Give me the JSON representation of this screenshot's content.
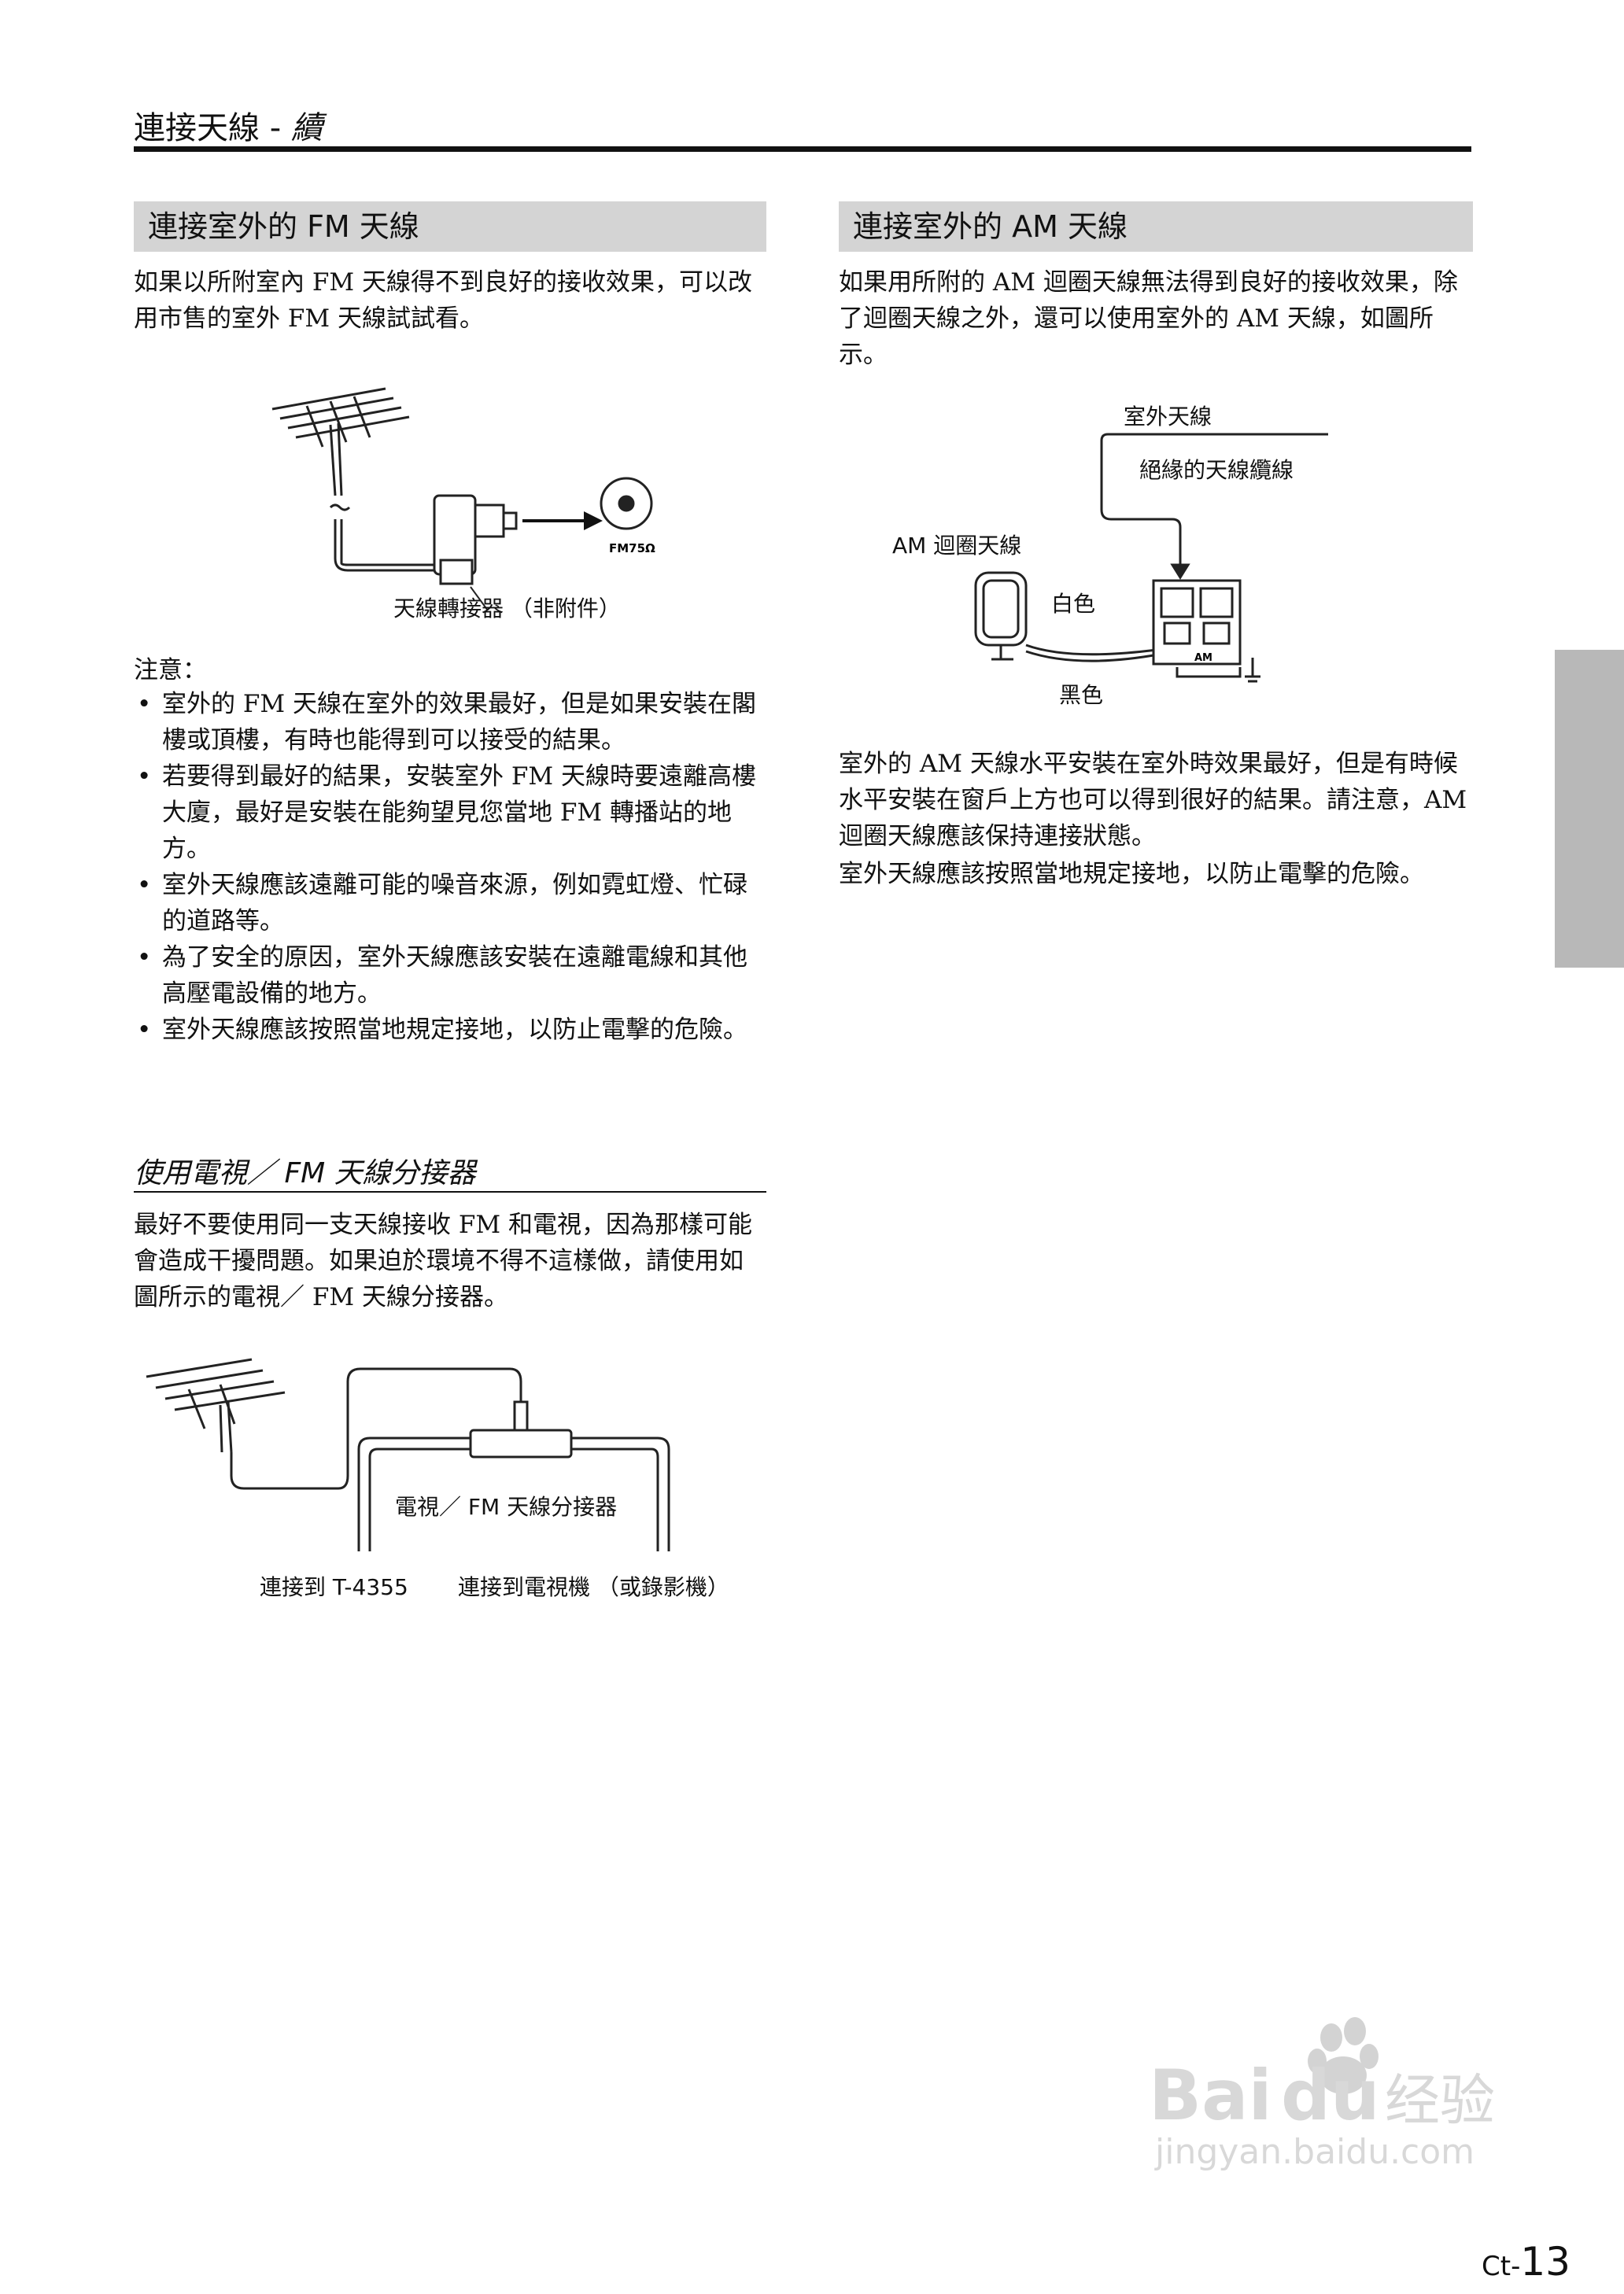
{
  "header": {
    "title": "連接天線",
    "sep": " - ",
    "continued": "續"
  },
  "fm_section": {
    "title": "連接室外的 FM 天線",
    "intro": "如果以所附室內 FM 天線得不到良好的接收效果，可以改用市售的室外 FM 天線試試看。",
    "diagram": {
      "jack_label": "FM75Ω",
      "adapter_label": "天線轉接器 （非附件）"
    },
    "notes_title": "注意：",
    "notes": [
      "室外的 FM 天線在室外的效果最好，但是如果安裝在閣樓或頂樓，有時也能得到可以接受的結果。",
      "若要得到最好的結果，安裝室外 FM 天線時要遠離高樓大廈，最好是安裝在能夠望見您當地 FM 轉播站的地方。",
      "室外天線應該遠離可能的噪音來源，例如霓虹燈、忙碌的道路等。",
      "為了安全的原因，室外天線應該安裝在遠離電線和其他高壓電設備的地方。",
      "室外天線應該按照當地規定接地，以防止電擊的危險。"
    ]
  },
  "tv_section": {
    "subtitle": "使用電視／ FM 天線分接器",
    "text": "最好不要使用同一支天線接收 FM 和電視，因為那樣可能會造成干擾問題。如果迫於環境不得不這樣做，請使用如圖所示的電視／ FM 天線分接器。",
    "diagram": {
      "splitter_label": "電視／ FM 天線分接器",
      "left_label": "連接到 T-4355",
      "right_label": "連接到電視機 （或錄影機）"
    }
  },
  "am_section": {
    "title": "連接室外的 AM 天線",
    "intro": "如果用所附的 AM 迴圈天線無法得到良好的接收效果，除了迴圈天線之外，還可以使用室外的 AM 天線，如圖所示。",
    "diagram": {
      "outdoor_label": "室外天線",
      "insulated_label": "絕緣的天線纜線",
      "loop_label": "AM 迴圈天線",
      "white_label": "白色",
      "black_label": "黑色",
      "terminal_label": "AM"
    },
    "text1": "室外的 AM 天線水平安裝在室外時效果最好，但是有時候水平安裝在窗戶上方也可以得到很好的結果。請注意，AM 迴圈天線應該保持連接狀態。",
    "text2": "室外天線應該按照當地規定接地，以防止電擊的危險。"
  },
  "page_number": {
    "prefix": "Ct-",
    "number": "13"
  },
  "watermark": {
    "brand": "Bai",
    "brand2": "du",
    "cn": "经验",
    "url": "jingyan.baidu.com"
  }
}
